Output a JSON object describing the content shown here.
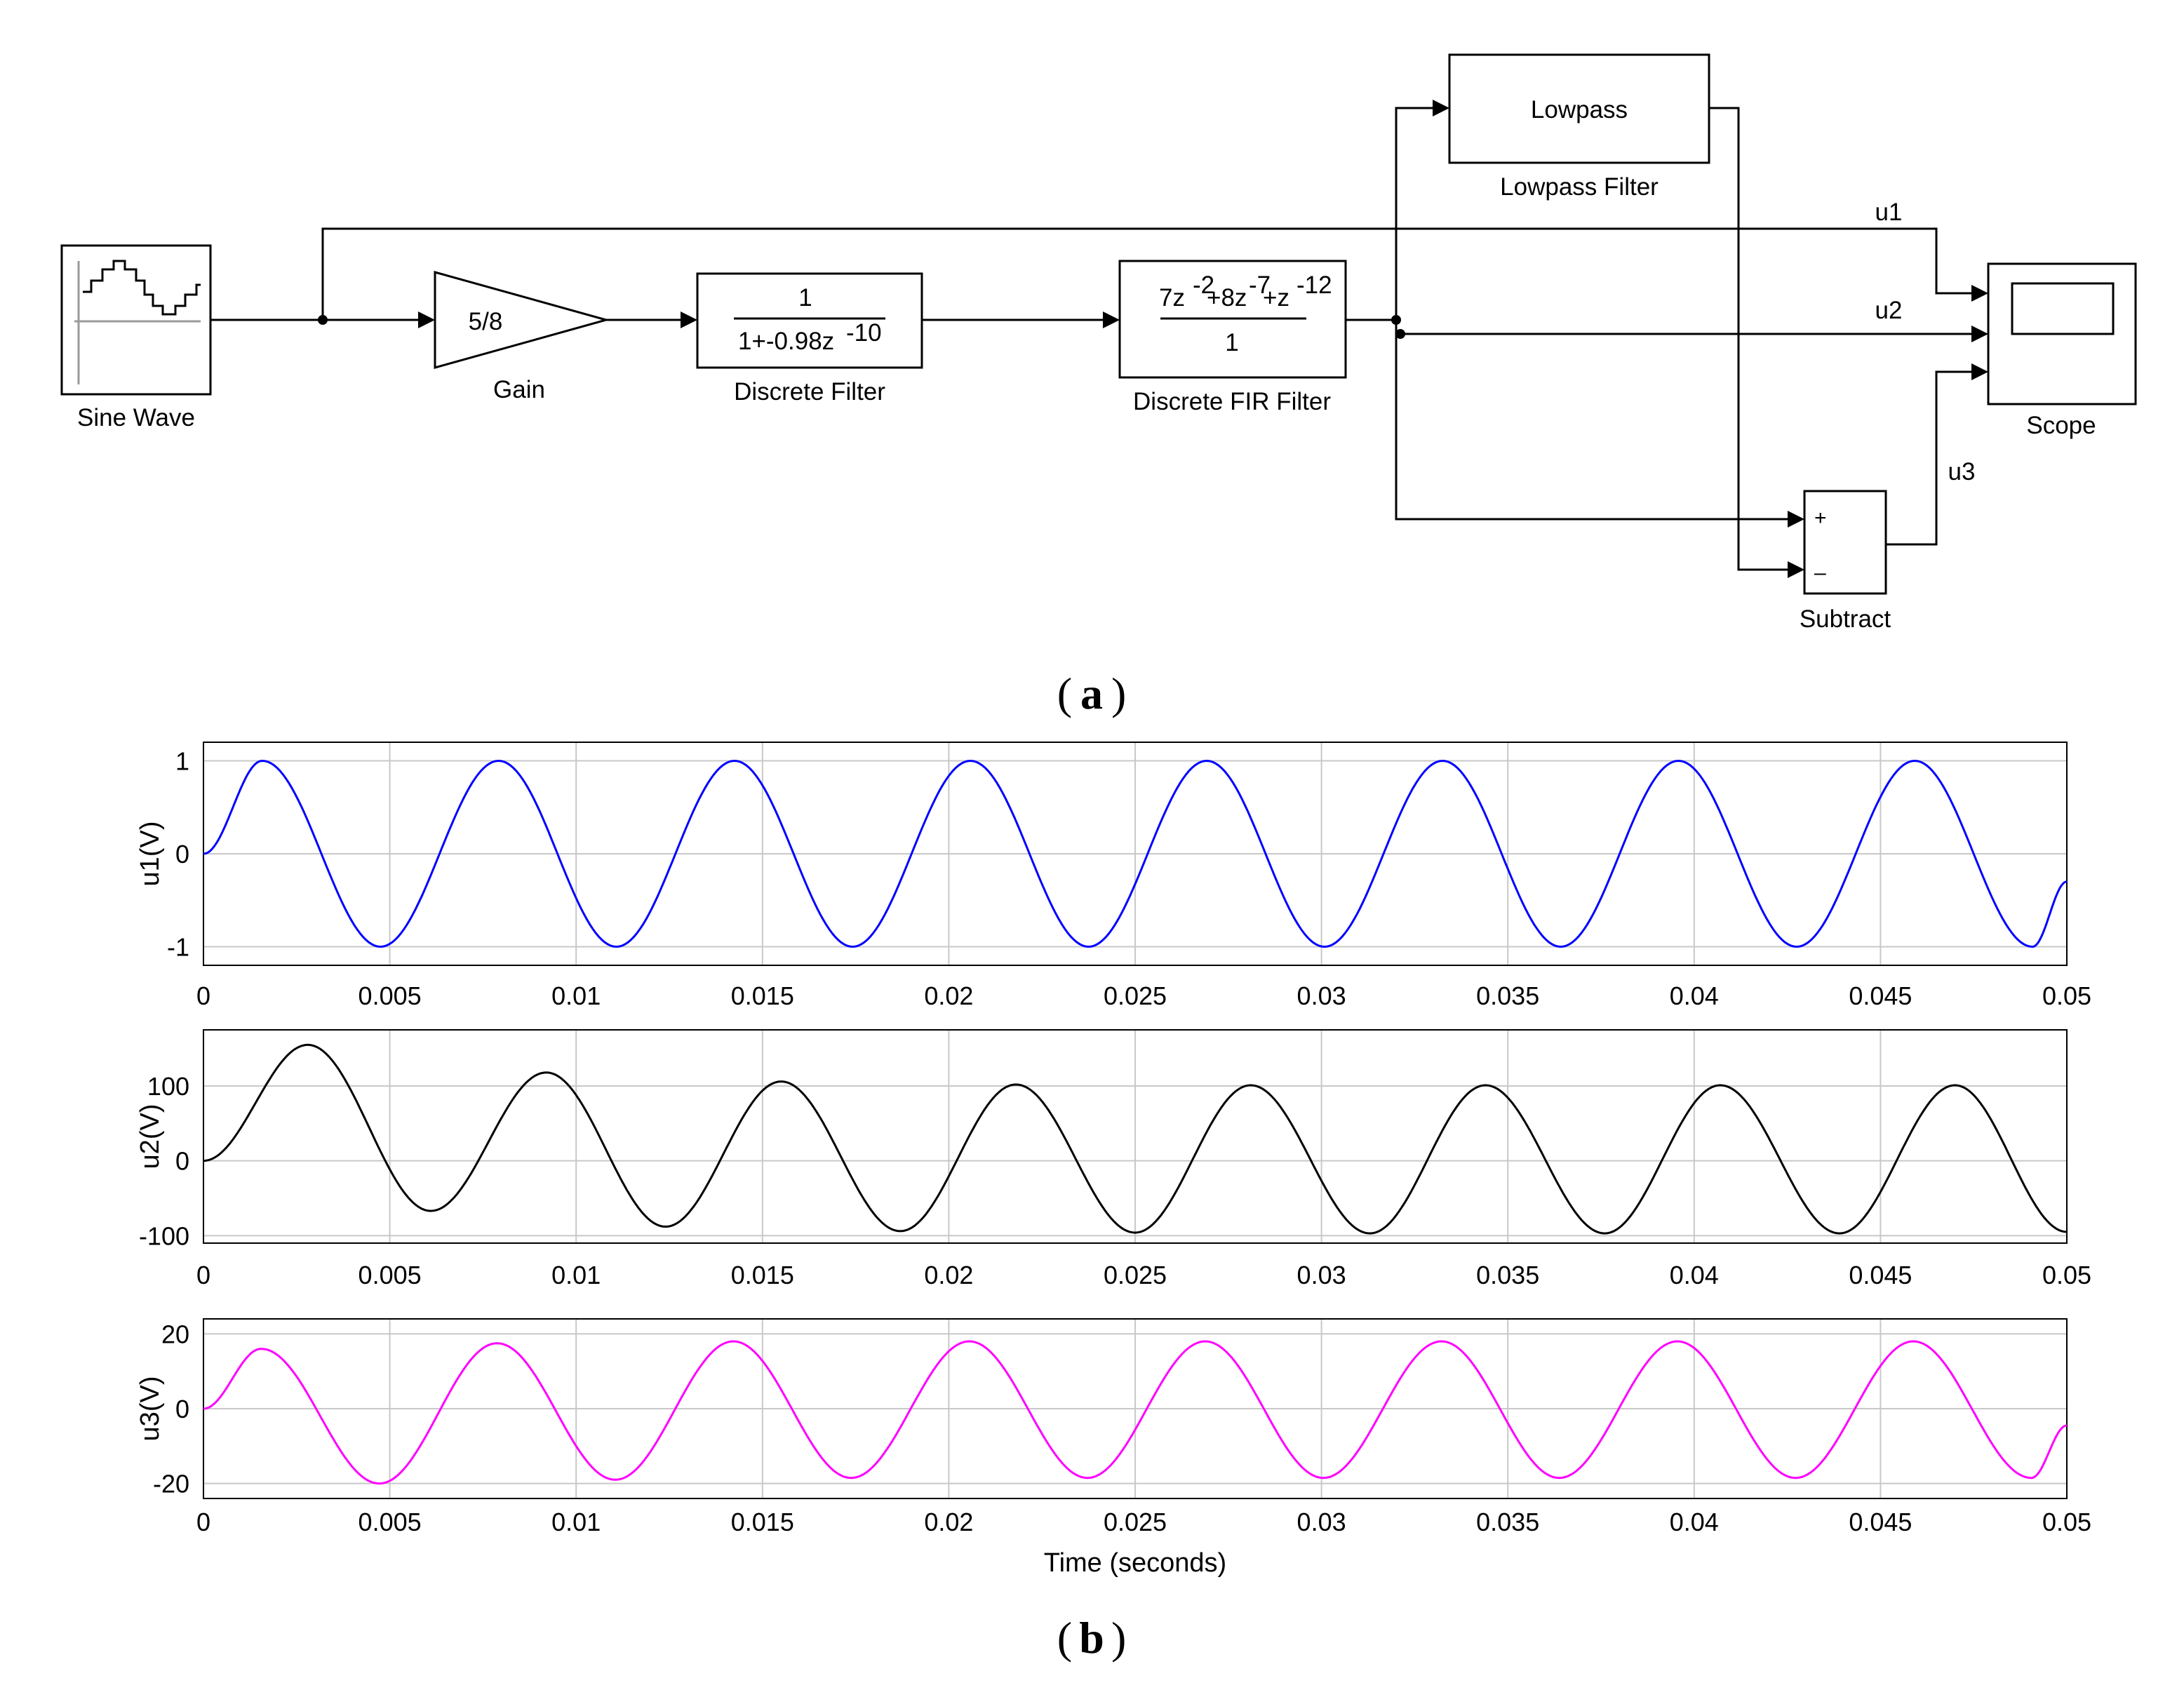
{
  "panel_a": {
    "caption": "a",
    "blocks": {
      "sine_wave": "Sine Wave",
      "gain_value": "5/8",
      "gain": "Gain",
      "discrete_filter_num": "1",
      "discrete_filter_den": "1+-0.98z",
      "discrete_filter_den_exp": "-10",
      "discrete_filter": "Discrete Filter",
      "fir_num_a": "7z",
      "fir_num_a_exp": "-2",
      "fir_num_b": "+8z",
      "fir_num_b_exp": "-7",
      "fir_num_c": "+z",
      "fir_num_c_exp": "-12",
      "fir_den": "1",
      "discrete_fir_filter": "Discrete FIR Filter",
      "lowpass_value": "Lowpass",
      "lowpass_filter": "Lowpass Filter",
      "subtract_plus": "+",
      "subtract_minus": "–",
      "subtract": "Subtract",
      "scope": "Scope"
    },
    "signals": {
      "u1": "u1",
      "u2": "u2",
      "u3": "u3"
    }
  },
  "panel_b": {
    "caption": "b",
    "xlabel": "Time (seconds)"
  },
  "chart_data": [
    {
      "type": "line",
      "ylabel": "u1(V)",
      "xlim": [
        0,
        0.05
      ],
      "ylim": [
        -1.2,
        1.2
      ],
      "x_ticks": [
        "0",
        "0.005",
        "0.01",
        "0.015",
        "0.02",
        "0.025",
        "0.03",
        "0.035",
        "0.04",
        "0.045",
        "0.05"
      ],
      "y_ticks": [
        {
          "v": 1,
          "label": "1"
        },
        {
          "v": 0,
          "label": "0"
        },
        {
          "v": -1,
          "label": "-1"
        }
      ],
      "grid": true,
      "color": "#0000ff",
      "series": [
        {
          "x": [
            0,
            0.00158,
            0.00475,
            0.00792,
            0.01108,
            0.01425,
            0.01742,
            0.02058,
            0.02375,
            0.02692,
            0.03008,
            0.03325,
            0.03642,
            0.03958,
            0.04275,
            0.04592,
            0.04908,
            0.05
          ],
          "y": [
            0,
            1,
            -1,
            1,
            -1,
            1,
            -1,
            1,
            -1,
            1,
            -1,
            1,
            -1,
            1,
            -1,
            1,
            -1,
            -0.3
          ]
        }
      ]
    },
    {
      "type": "line",
      "ylabel": "u2(V)",
      "xlim": [
        0,
        0.05
      ],
      "ylim": [
        -110,
        175
      ],
      "x_ticks": [
        "0",
        "0.005",
        "0.01",
        "0.015",
        "0.02",
        "0.025",
        "0.03",
        "0.035",
        "0.04",
        "0.045",
        "0.05"
      ],
      "y_ticks": [
        {
          "v": 100,
          "label": "100"
        },
        {
          "v": 0,
          "label": "0"
        },
        {
          "v": -100,
          "label": "-100"
        }
      ],
      "grid": true,
      "color": "#000000",
      "series": [
        {
          "x": [
            0,
            0.0028,
            0.0061,
            0.0092,
            0.0124,
            0.0155,
            0.0187,
            0.0218,
            0.025,
            0.0281,
            0.0313,
            0.0344,
            0.0376,
            0.0407,
            0.0439,
            0.047,
            0.05
          ],
          "y": [
            0,
            155,
            -67,
            118,
            -88,
            106,
            -94,
            102,
            -96,
            101,
            -97,
            101,
            -97,
            101,
            -97,
            101,
            -95
          ]
        }
      ]
    },
    {
      "type": "line",
      "ylabel": "u3(V)",
      "xlim": [
        0,
        0.05
      ],
      "ylim": [
        -24,
        24
      ],
      "x_ticks": [
        "0",
        "0.005",
        "0.01",
        "0.015",
        "0.02",
        "0.025",
        "0.03",
        "0.035",
        "0.04",
        "0.045",
        "0.05"
      ],
      "y_ticks": [
        {
          "v": 20,
          "label": "20"
        },
        {
          "v": 0,
          "label": "0"
        },
        {
          "v": -20,
          "label": "-20"
        }
      ],
      "grid": true,
      "color": "#ff00ff",
      "series": [
        {
          "x": [
            0,
            0.00155,
            0.00472,
            0.00788,
            0.01105,
            0.01422,
            0.01738,
            0.02055,
            0.02372,
            0.02688,
            0.03005,
            0.03322,
            0.03638,
            0.03955,
            0.04272,
            0.04588,
            0.04905,
            0.05
          ],
          "y": [
            0,
            16,
            -20,
            17.5,
            -19,
            18,
            -18.5,
            18,
            -18.5,
            18,
            -18.5,
            18,
            -18.5,
            18,
            -18.5,
            18,
            -18.5,
            -4.5
          ]
        }
      ]
    }
  ]
}
